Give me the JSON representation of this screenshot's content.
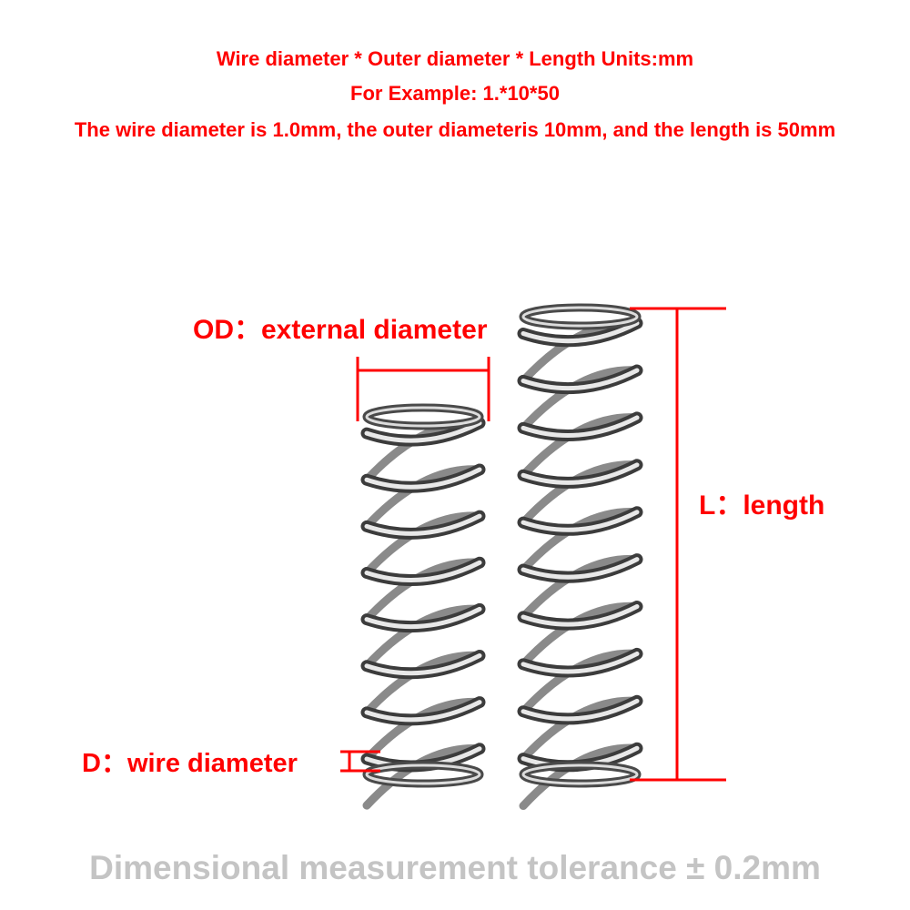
{
  "header": {
    "line1": "Wire diameter * Outer diameter * Length Units:mm",
    "line2": "For Example: 1.*10*50",
    "line3": "The wire diameter is 1.0mm, the outer diameteris 10mm, and the length is 50mm"
  },
  "labels": {
    "od": "OD：external diameter",
    "length": "L：length",
    "wire": "D：wire diameter"
  },
  "footer": {
    "tolerance": "Dimensional measurement tolerance ± 0.2mm"
  },
  "colors": {
    "annotation": "#ff0000",
    "footer_text": "#c4c4c4",
    "spring_steel": "#6e6e6e"
  }
}
